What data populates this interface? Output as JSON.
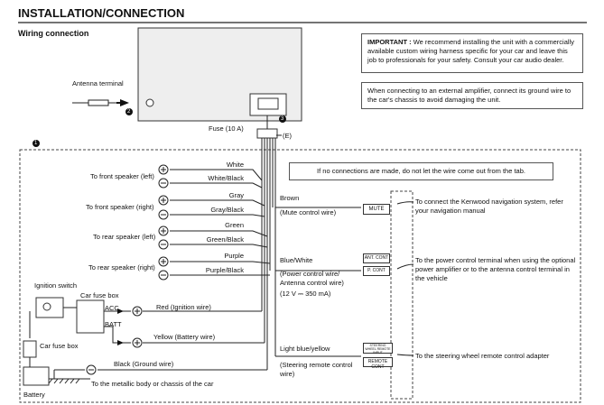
{
  "header": {
    "title": "INSTALLATION/CONNECTION",
    "section": "Wiring connection"
  },
  "notes": {
    "important_label": "IMPORTANT :",
    "important_text": "We recommend installing the unit with a commercially available custom wiring harness specific for your car and leave this job to professionals for your safety. Consult your car audio dealer.",
    "amplifier_text": "When connecting to an external amplifier, connect its ground wire to the car's chassis to avoid damaging the unit.",
    "no_connection_text": "If no connections are made, do not let the wire come out from the tab."
  },
  "unit": {
    "antenna_terminal": "Antenna terminal",
    "fuse": "Fuse (10 A)",
    "e_label": "(E)",
    "marker_1": "1",
    "marker_2": "2",
    "marker_3": "3"
  },
  "speakers": [
    {
      "label": "To front speaker (left)",
      "pos_wire": "White",
      "neg_wire": "White/Black"
    },
    {
      "label": "To front speaker (right)",
      "pos_wire": "Gray",
      "neg_wire": "Gray/Black"
    },
    {
      "label": "To rear speaker (left)",
      "pos_wire": "Green",
      "neg_wire": "Green/Black"
    },
    {
      "label": "To rear speaker (right)",
      "pos_wire": "Purple",
      "neg_wire": "Purple/Black"
    }
  ],
  "power": {
    "ignition_switch": "Ignition switch",
    "car_fuse_box_1": "Car fuse box",
    "car_fuse_box_2": "Car fuse box",
    "acc": "ACC",
    "batt": "BATT",
    "red_wire": "Red (Ignition wire)",
    "yellow_wire": "Yellow (Battery wire)",
    "black_wire": "Black (Ground wire)",
    "chassis": "To the metallic body or chassis of the car",
    "battery": "Battery"
  },
  "right_wires": [
    {
      "name": "Brown",
      "desc": "(Mute control wire)",
      "tag": "MUTE",
      "note": "To connect the Kenwood navigation system, refer your navigation manual"
    },
    {
      "name": "Blue/White",
      "desc": "(Power control wire/ Antenna control wire)",
      "rating": "(12 V ⎓ 350 mA)",
      "tag1": "ANT. CONT",
      "tag2": "P. CONT",
      "note": "To the power control terminal when using the optional power amplifier or to the antenna control terminal in the vehicle"
    },
    {
      "name": "Light blue/yellow",
      "desc": "(Steering remote control wire)",
      "tag1": "STEERING WHEEL REMOTE INPUT",
      "tag2": "REMOTE CONT",
      "note": "To the steering wheel remote control adapter"
    }
  ],
  "colors": {
    "line": "#222222",
    "border": "#555555"
  }
}
